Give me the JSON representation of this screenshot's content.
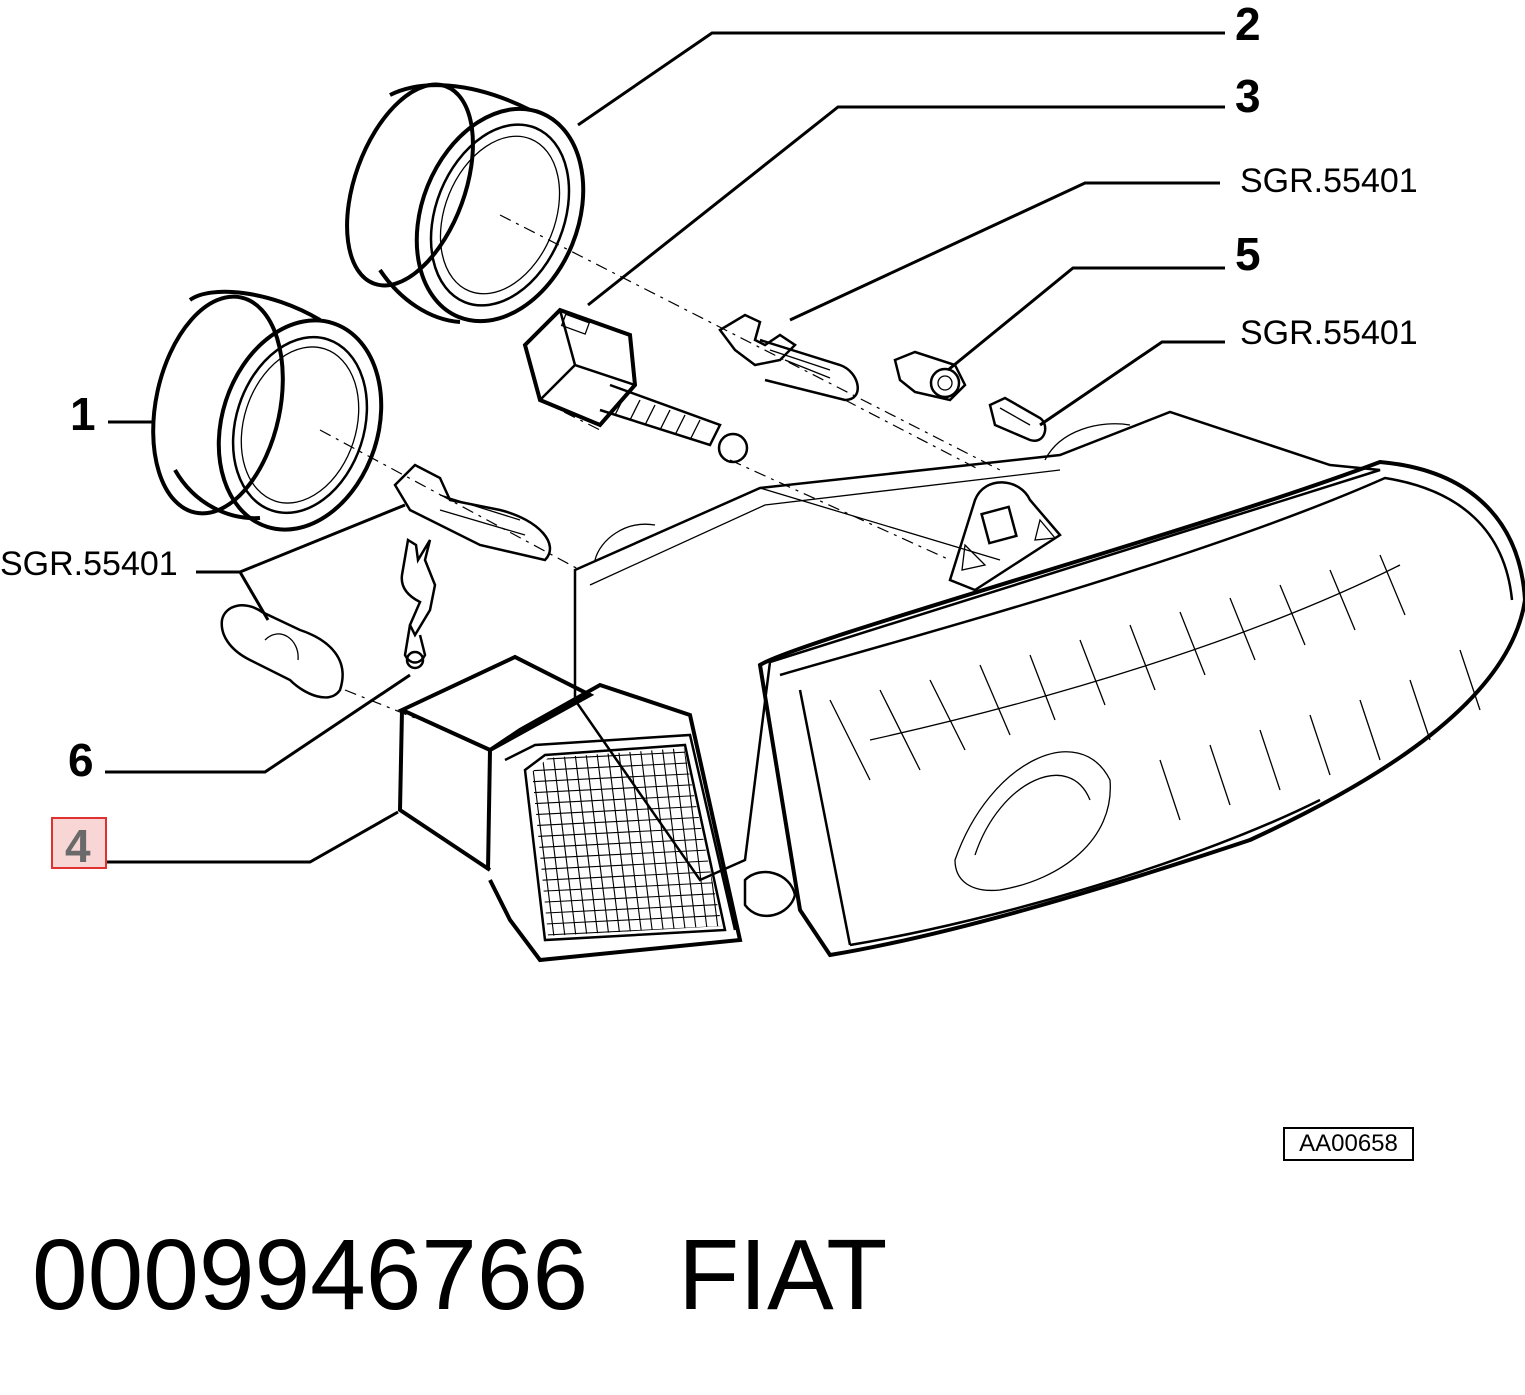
{
  "callouts": {
    "c1": "1",
    "c2": "2",
    "c3": "3",
    "c4": "4",
    "c5": "5",
    "c6": "6",
    "ref_top": "SGR.55401",
    "ref_mid": "SGR.55401",
    "ref_left": "SGR.55401"
  },
  "highlight": {
    "callout": "4",
    "color": "#e03030",
    "fill": "#f9d6d6"
  },
  "drawing_code": "AA00658",
  "footer": {
    "part_number": "0009946766",
    "brand": "FIAT"
  }
}
